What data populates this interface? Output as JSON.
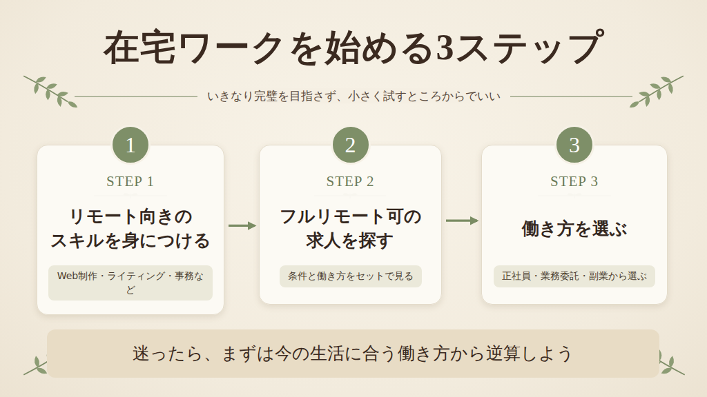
{
  "diagram": {
    "title": "在宅ワークを始める3ステップ",
    "nodes": [
      {
        "text": [
          "STEP 1",
          "リモート向きの スキルを身につける"
        ]
      },
      {
        "text": [
          "1"
        ],
        "in": 0
      },
      {
        "text": [
          "Web制作・ライティング・事務など"
        ],
        "in": 0
      },
      {
        "text": [
          "STEP 2",
          "フルリモート可の 求人を探す"
        ]
      },
      {
        "text": [
          "2"
        ],
        "in": 3
      },
      {
        "text": [
          "条件と働き方をセットで見る"
        ],
        "in": 3
      },
      {
        "text": [
          "STEP 3",
          "働き方を選ぶ"
        ]
      },
      {
        "text": [
          "3"
        ],
        "in": 6
      },
      {
        "text": [
          "正社員・業務委託・副業から選ぶ"
        ],
        "in": 6
      },
      {
        "text": [
          "迷ったら、まずは今の生活に合う働き方から逆算しよう"
        ]
      }
    ],
    "edges": [
      {
        "from": 0,
        "to": 3,
        "arrow": "to"
      },
      {
        "from": 3,
        "to": 6,
        "arrow": "to"
      }
    ],
    "labels": [
      "いきなり完璧を目指さず、小さく試すところからでいい"
    ]
  }
}
